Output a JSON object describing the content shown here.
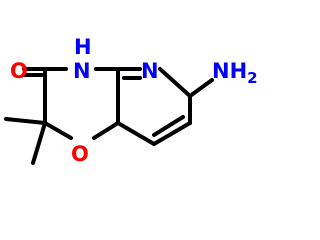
{
  "molecule": {
    "atoms": {
      "oxygen_carbonyl": {
        "symbol": "O",
        "color": "#ff0000"
      },
      "nitrogen_amide": {
        "symbol": "N",
        "color": "#0000ff"
      },
      "hydrogen_amide": {
        "symbol": "H",
        "color": "#0000ff"
      },
      "nitrogen_pyridine": {
        "symbol": "N",
        "color": "#0000ff"
      },
      "amino": {
        "symbol": "NH",
        "subscript": "2",
        "color": "#0000ff"
      },
      "oxygen_ring": {
        "symbol": "O",
        "color": "#ff0000"
      }
    },
    "bond_color": "#000000"
  }
}
